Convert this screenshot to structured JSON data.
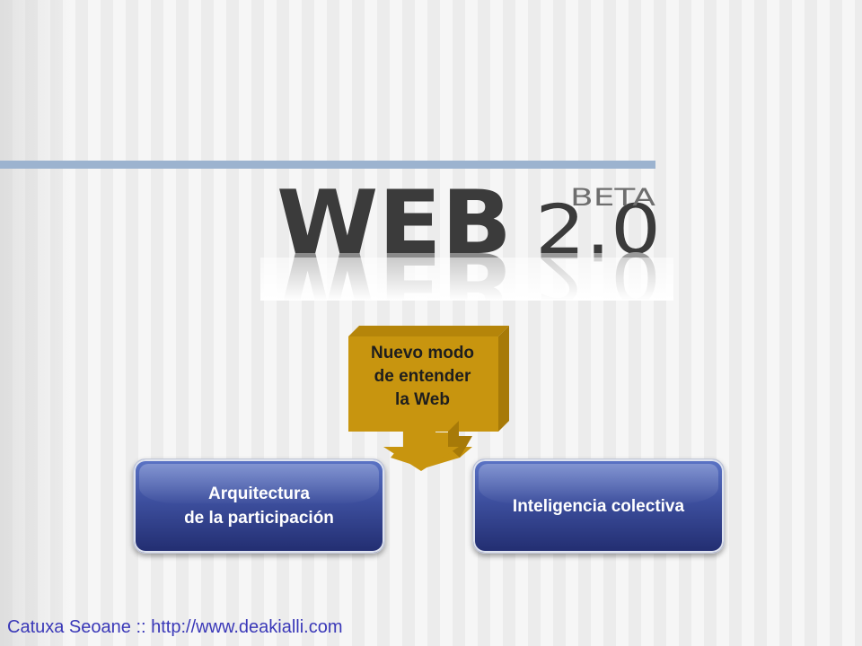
{
  "logo": {
    "word": "WEB",
    "version": "2.0",
    "tag": "BETA"
  },
  "callout": {
    "lines": [
      "Nuevo modo",
      "de entender",
      "la Web"
    ],
    "color": "#c8950f"
  },
  "boxes": {
    "left": {
      "lines": [
        "Arquitectura",
        "de la participación"
      ]
    },
    "right": {
      "lines": [
        "Inteligencia colectiva"
      ]
    }
  },
  "footer": "Catuxa Seoane :: http://www.deakialli.com",
  "colors": {
    "rule": "#9cb3cf",
    "box_gradient_top": "#5b74c6",
    "box_gradient_bottom": "#222d70",
    "footer_text": "#3a38b8"
  }
}
